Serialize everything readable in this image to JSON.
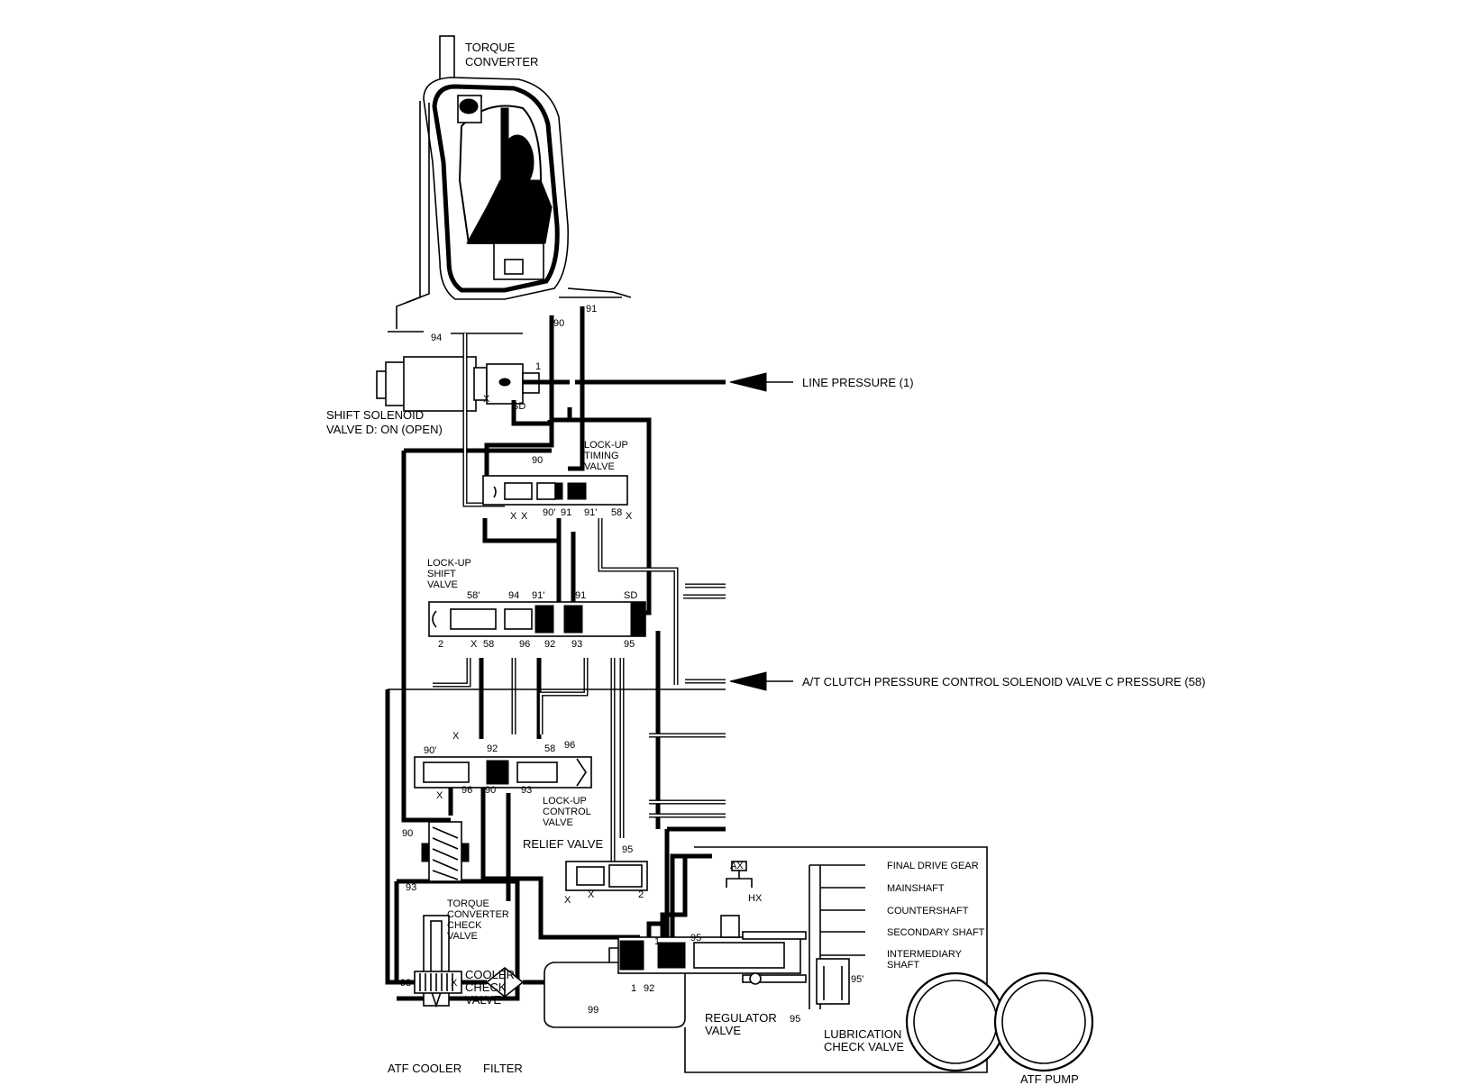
{
  "labels": {
    "torque_converter": [
      "TORQUE",
      "CONVERTER"
    ],
    "line_pressure": "LINE PRESSURE (1)",
    "solenoid_c_pressure": "A/T CLUTCH PRESSURE CONTROL SOLENOID VALVE C PRESSURE (58)",
    "shift_solenoid": [
      "SHIFT SOLENOID",
      "VALVE D: ON (OPEN)"
    ],
    "lockup_timing_valve": [
      "LOCK-UP",
      "TIMING",
      "VALVE"
    ],
    "lockup_shift_valve": [
      "LOCK-UP",
      "SHIFT",
      "VALVE"
    ],
    "lockup_control_valve": [
      "LOCK-UP",
      "CONTROL",
      "VALVE"
    ],
    "relief_valve": "RELIEF VALVE",
    "torque_converter_check_valve": [
      "TORQUE",
      "CONVERTER",
      "CHECK",
      "VALVE"
    ],
    "cooler_check_valve": [
      "COOLER",
      "CHECK",
      "VALVE"
    ],
    "atf_cooler": "ATF COOLER",
    "filter": "FILTER",
    "regulator_valve": [
      "REGULATOR",
      "VALVE"
    ],
    "lubrication_check_valve": [
      "LUBRICATION",
      "CHECK VALVE"
    ],
    "atf_pump": "ATF PUMP",
    "final_drive_gear": "FINAL DRIVE GEAR",
    "mainshaft": "MAINSHAFT",
    "countershaft": "COUNTERSHAFT",
    "secondary_shaft": "SECONDARY SHAFT",
    "intermediary_shaft": [
      "INTERMEDIARY",
      "SHAFT"
    ],
    "ax": "AX",
    "hx": "HX"
  },
  "ports": {
    "p91_tc": "91",
    "p90_tc": "90",
    "p94_tc": "94",
    "p1_sol": "1",
    "sd_sol": "SD",
    "x_sol": "X",
    "t_90": "90",
    "t_x1": "X",
    "t_x2": "X",
    "t_90p": "90'",
    "t_91": "91",
    "t_91p": "91'",
    "t_58": "58",
    "t_x3": "X",
    "s_58p": "58'",
    "s_94": "94",
    "s_91p": "91'",
    "s_91": "91",
    "s_sd": "SD",
    "s_2": "2",
    "s_x": "X",
    "s_58": "58",
    "s_96": "96",
    "s_92": "92",
    "s_93": "93",
    "s_95": "95",
    "c_x_top": "X",
    "c_90p": "90'",
    "c_92": "92",
    "c_58": "58",
    "c_96": "96",
    "c_x": "X",
    "c_96b": "96",
    "c_90": "90",
    "c_93": "93",
    "r_95": "95",
    "r_x1": "X",
    "r_x2": "X",
    "r_2": "2",
    "tcc_90": "90",
    "tcc_93": "93",
    "cc_93": "93",
    "cc_x": "X",
    "g_1": "1",
    "g_95": "95",
    "g_1b": "1",
    "g_92": "92",
    "g_99": "99",
    "g_95b": "95",
    "g_95p": "95'"
  }
}
